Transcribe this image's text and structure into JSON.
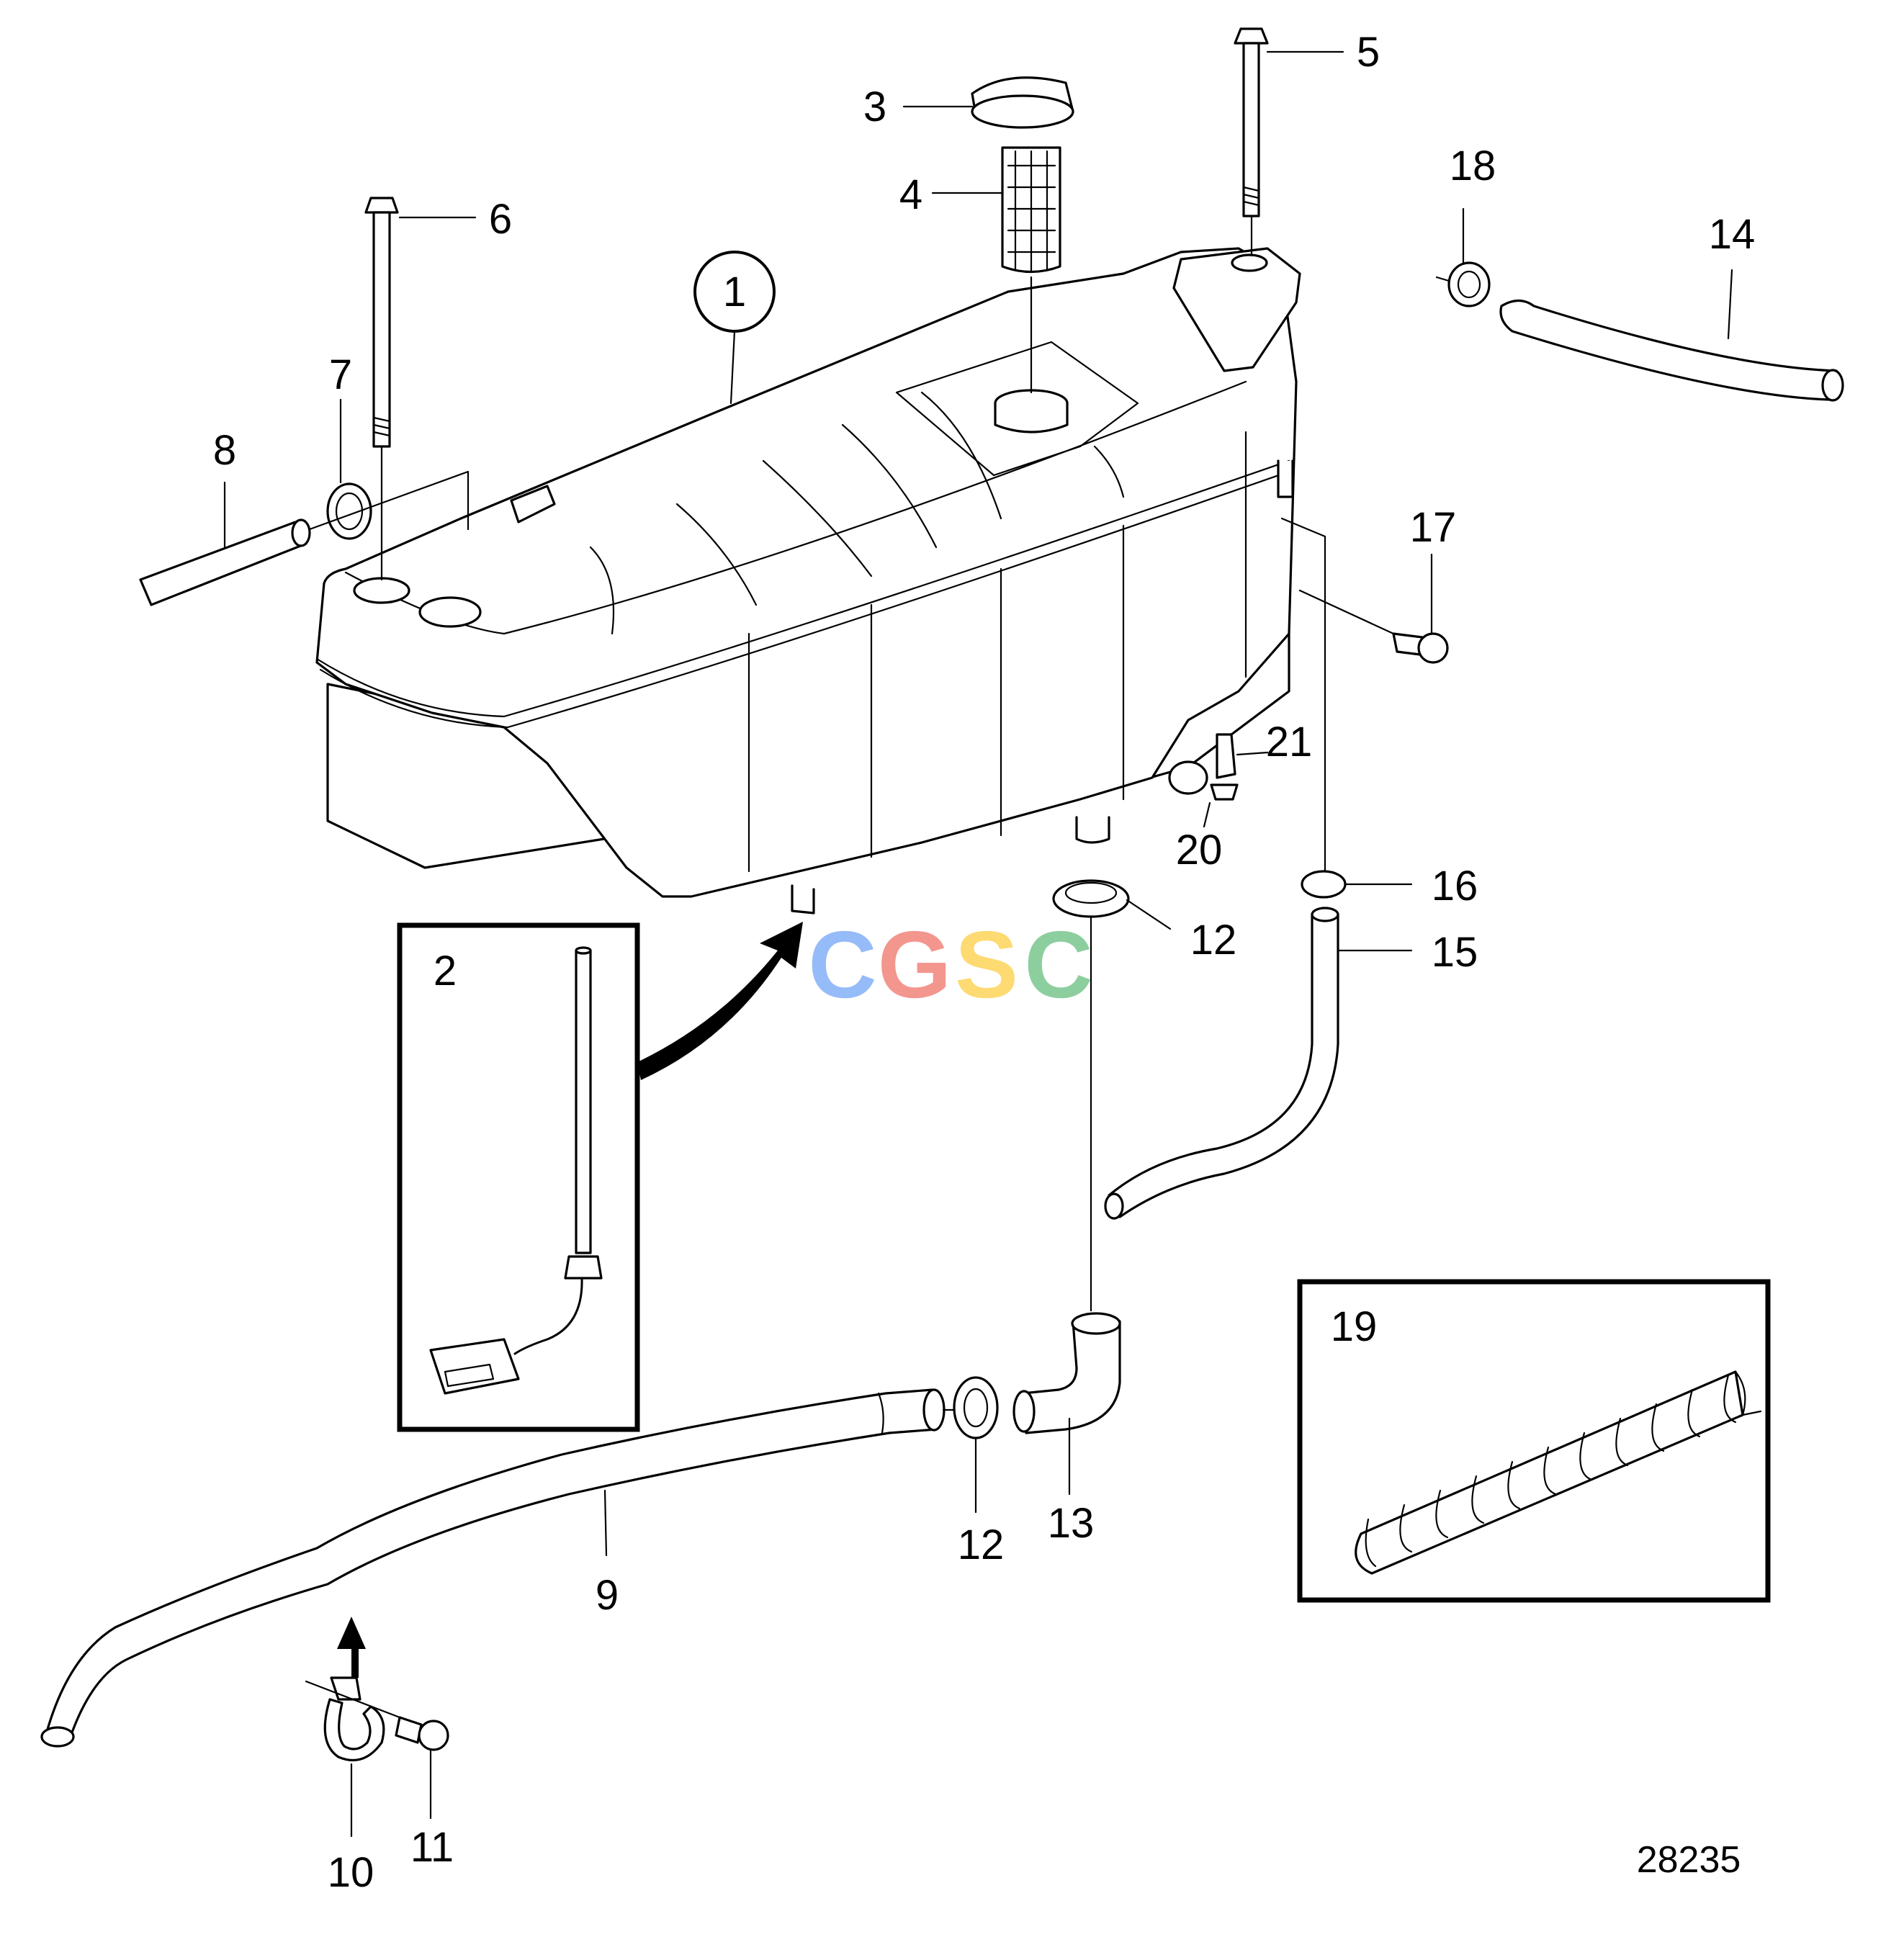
{
  "labels": {
    "l1": "1",
    "l2": "2",
    "l3": "3",
    "l4": "4",
    "l5": "5",
    "l6": "6",
    "l7": "7",
    "l8": "8",
    "l9": "9",
    "l10": "10",
    "l11": "11",
    "l12a": "12",
    "l12b": "12",
    "l13": "13",
    "l14": "14",
    "l15": "15",
    "l16": "16",
    "l17": "17",
    "l18": "18",
    "l19": "19",
    "l20": "20",
    "l21": "21"
  },
  "reference_number": "28235",
  "watermark": {
    "letters": [
      "C",
      "G",
      "S",
      "C"
    ],
    "colors": [
      "#8ab4f8",
      "#f28b82",
      "#fdd663",
      "#81c995"
    ]
  }
}
